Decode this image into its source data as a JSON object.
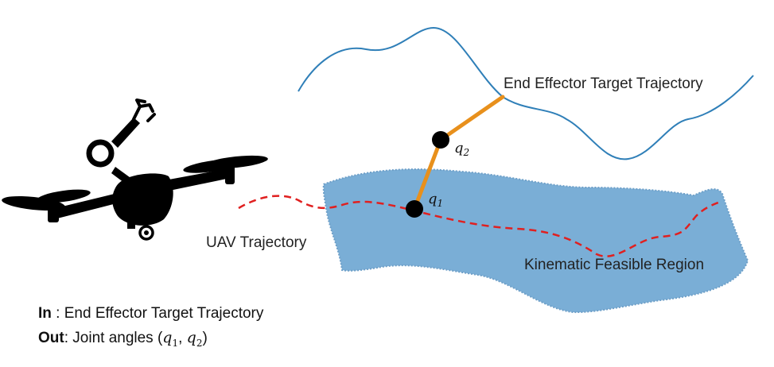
{
  "labels": {
    "target_trajectory": "End Effector Target Trajectory",
    "uav_trajectory": "UAV Trajectory",
    "feasible_region": "Kinematic Feasible Region",
    "joint_1": "q",
    "joint_1_sub": "1",
    "joint_2": "q",
    "joint_2_sub": "2"
  },
  "io": {
    "in_label": "In",
    "in_sep": " : ",
    "in_value": "End Effector Target Trajectory",
    "out_label": "Out",
    "out_sep": ": ",
    "out_prefix": "Joint angles (",
    "out_q": "q",
    "out_q1_sub": "1",
    "out_comma": ", ",
    "out_q2_sub": "2",
    "out_suffix": ")"
  },
  "colors": {
    "target_trajectory": "#2f7fb8",
    "uav_trajectory": "#e02020",
    "feasible_region": "#7aaed6",
    "arm_link": "#e8901c",
    "joint": "#000000",
    "drone": "#000000"
  },
  "icons": [
    "drone-icon",
    "gripper-icon"
  ]
}
